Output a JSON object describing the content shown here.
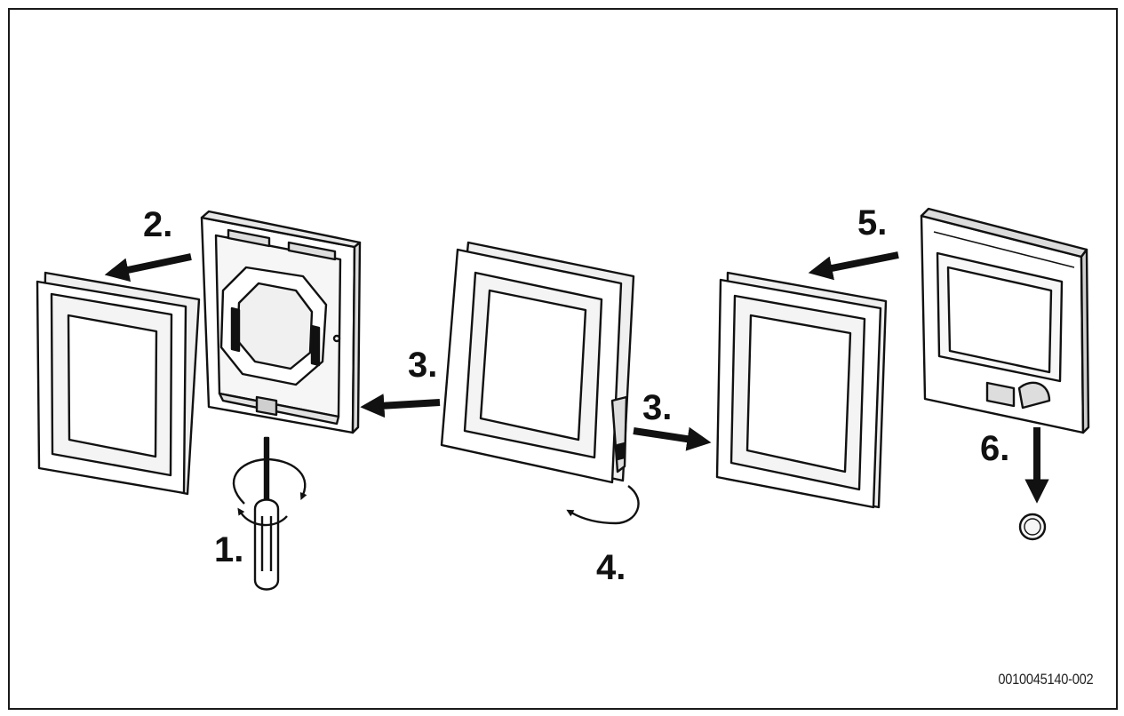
{
  "steps": [
    {
      "id": "s1",
      "label": "1."
    },
    {
      "id": "s2",
      "label": "2."
    },
    {
      "id": "s3a",
      "label": "3."
    },
    {
      "id": "s3b",
      "label": "3."
    },
    {
      "id": "s4",
      "label": "4."
    },
    {
      "id": "s5",
      "label": "5."
    },
    {
      "id": "s6",
      "label": "6."
    }
  ],
  "figure_code": "0010045140-002",
  "colors": {
    "ink": "#111111",
    "fill": "#ffffff",
    "shade": "#efefef",
    "screen": "#f7f7f7"
  }
}
